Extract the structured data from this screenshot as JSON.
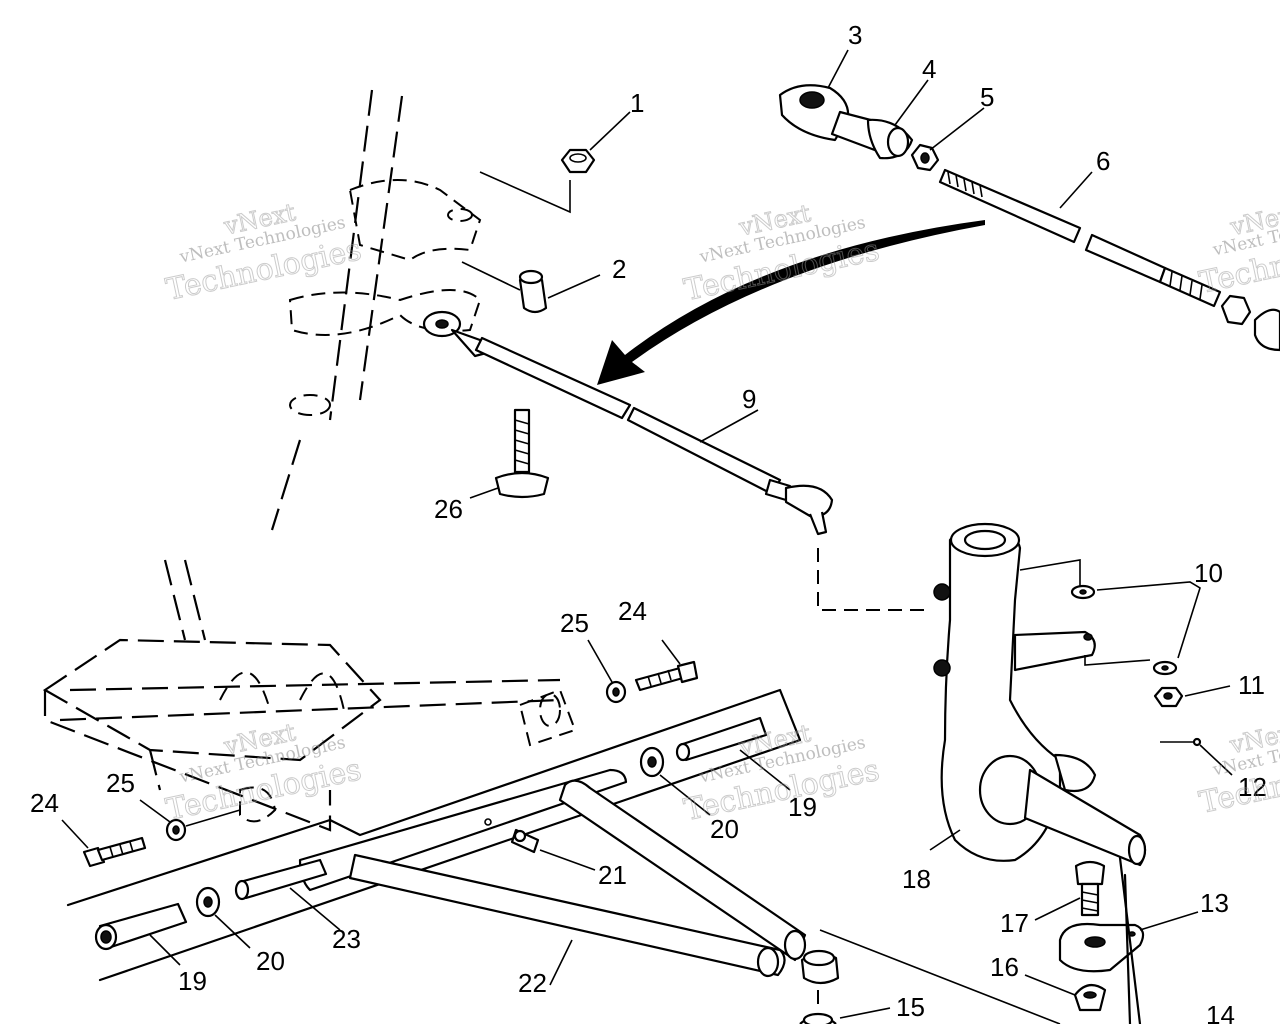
{
  "diagram": {
    "labels": {
      "p1": "1",
      "p2": "2",
      "p3": "3",
      "p4": "4",
      "p5": "5",
      "p6": "6",
      "p9": "9",
      "p10": "10",
      "p11": "11",
      "p12": "12",
      "p13": "13",
      "p14": "14",
      "p15": "15",
      "p16": "16",
      "p17": "17",
      "p18": "18",
      "p19a": "19",
      "p19b": "19",
      "p20a": "20",
      "p20b": "20",
      "p21": "21",
      "p22": "22",
      "p23": "23",
      "p24a": "24",
      "p24b": "24",
      "p25a": "25",
      "p25b": "25",
      "p26": "26"
    },
    "watermark": {
      "line1": "vNext Technologies",
      "line2": "Technologies",
      "line3": "vNext"
    }
  }
}
